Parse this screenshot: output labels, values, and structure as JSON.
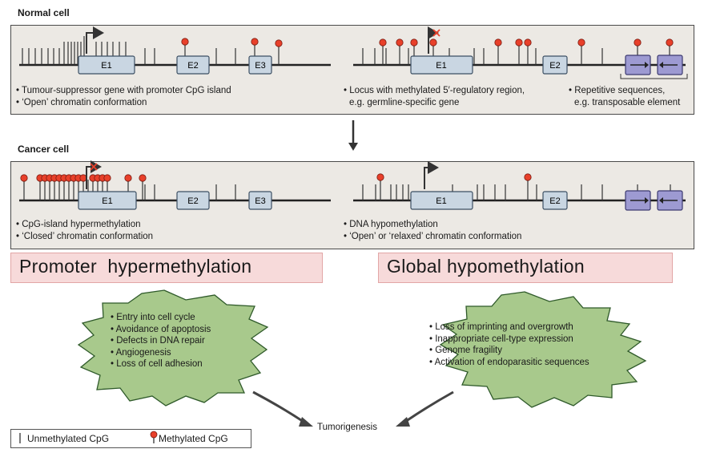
{
  "normal": {
    "title": "Normal cell",
    "left_exons": [
      "E1",
      "E2",
      "E3"
    ],
    "right_exons": [
      "E1",
      "E2"
    ],
    "left_bullets": [
      "• Tumour-suppressor gene with promoter CpG island",
      "• ‘Open’ chromatin conformation"
    ],
    "mid_bullets": [
      "• Locus with methylated 5′-regulatory region,",
      "e.g. germline-specific gene"
    ],
    "right_bullets": [
      "• Repetitive sequences,",
      "e.g. transposable element"
    ]
  },
  "cancer": {
    "title": "Cancer cell",
    "left_exons": [
      "E1",
      "E2",
      "E3"
    ],
    "right_exons": [
      "E1",
      "E2"
    ],
    "left_bullets": [
      "• CpG-island hypermethylation",
      "• ‘Closed’ chromatin conformation"
    ],
    "right_bullets": [
      "• DNA hypomethylation",
      "• ‘Open’ or ‘relaxed’ chromatin conformation"
    ]
  },
  "bands": {
    "left": "Promoter  hypermethylation",
    "right": "Global hypomethylation"
  },
  "left_star": [
    "• Entry into cell cycle",
    "• Avoidance of apoptosis",
    "• Defects in DNA repair",
    "• Angiogenesis",
    "• Loss of cell adhesion"
  ],
  "right_star": [
    "• Loss of imprinting and overgrowth",
    "• Inappropriate cell-type expression",
    "• Genome fragility",
    "• Activation of endoparasitic sequences"
  ],
  "outcome": "Tumorigenesis",
  "legend": {
    "unmethylated": "Unmethylated CpG",
    "methylated": "Methylated CpG"
  },
  "colors": {
    "panel": "#ece9e4",
    "exon": "#c9d6e2",
    "repeat": "#9d9ad2",
    "band": "#f7dada",
    "star": "#a8c98c",
    "methyl": "#e8402a"
  }
}
